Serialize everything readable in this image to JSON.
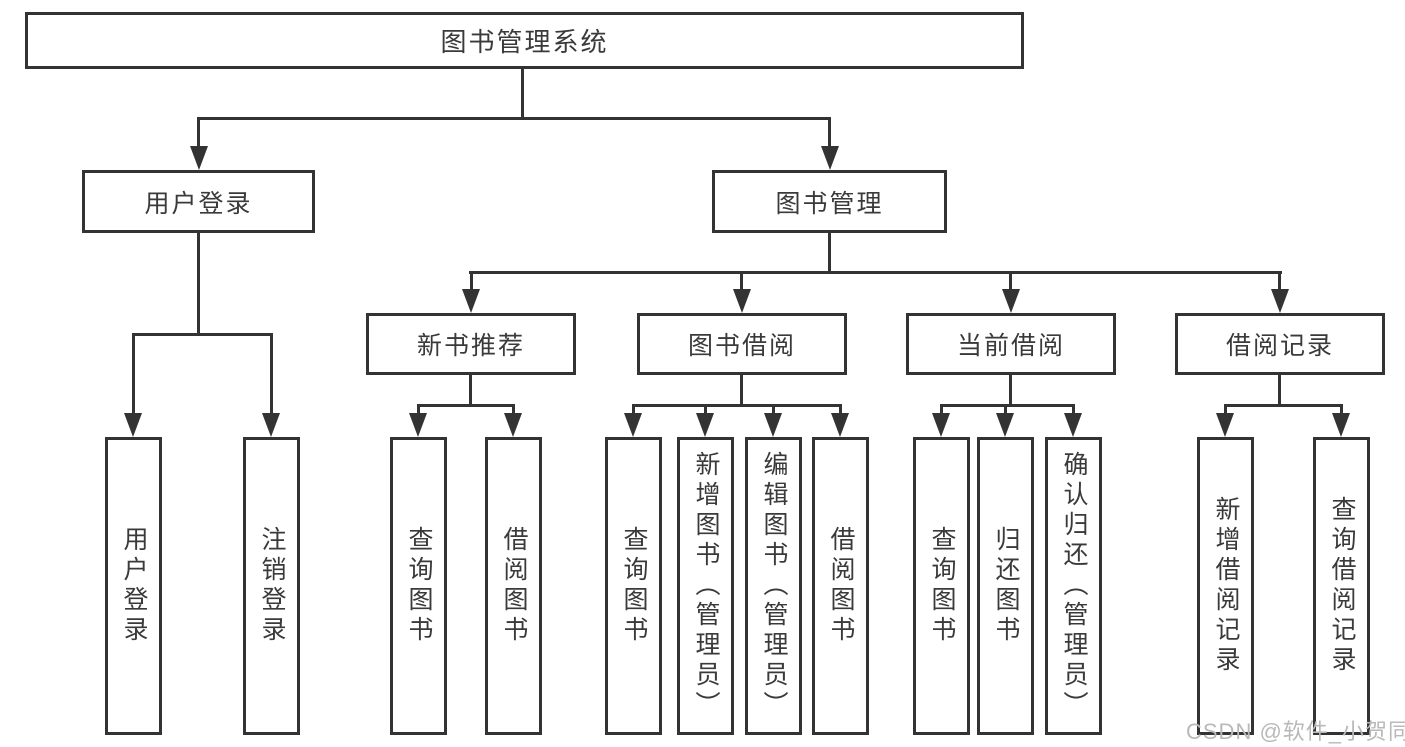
{
  "root": {
    "label": "图书管理系统"
  },
  "level2": [
    {
      "label": "用户登录",
      "parent": "图书管理系统"
    },
    {
      "label": "图书管理",
      "parent": "图书管理系统"
    }
  ],
  "level3": [
    {
      "label": "新书推荐",
      "parent": "图书管理"
    },
    {
      "label": "图书借阅",
      "parent": "图书管理"
    },
    {
      "label": "当前借阅",
      "parent": "图书管理"
    },
    {
      "label": "借阅记录",
      "parent": "图书管理"
    }
  ],
  "leaves": [
    {
      "label": "用户登录",
      "parent": "用户登录"
    },
    {
      "label": "注销登录",
      "parent": "用户登录"
    },
    {
      "label": "查询图书",
      "parent": "新书推荐"
    },
    {
      "label": "借阅图书",
      "parent": "新书推荐"
    },
    {
      "label": "查询图书",
      "parent": "图书借阅"
    },
    {
      "label": "新增图书（管理员）",
      "parent": "图书借阅"
    },
    {
      "label": "编辑图书（管理员）",
      "parent": "图书借阅"
    },
    {
      "label": "借阅图书",
      "parent": "图书借阅"
    },
    {
      "label": "查询图书",
      "parent": "当前借阅"
    },
    {
      "label": "归还图书",
      "parent": "当前借阅"
    },
    {
      "label": "确认归还（管理员）",
      "parent": "当前借阅"
    },
    {
      "label": "新增借阅记录",
      "parent": "借阅记录"
    },
    {
      "label": "查询借阅记录",
      "parent": "借阅记录"
    }
  ],
  "watermark": {
    "text": "CSDN @软件_小贺同学"
  },
  "colors": {
    "line": "#333333",
    "border": "#333333",
    "text": "#3a3a3a",
    "watermark": "#b9b9b9",
    "background": "#ffffff"
  }
}
